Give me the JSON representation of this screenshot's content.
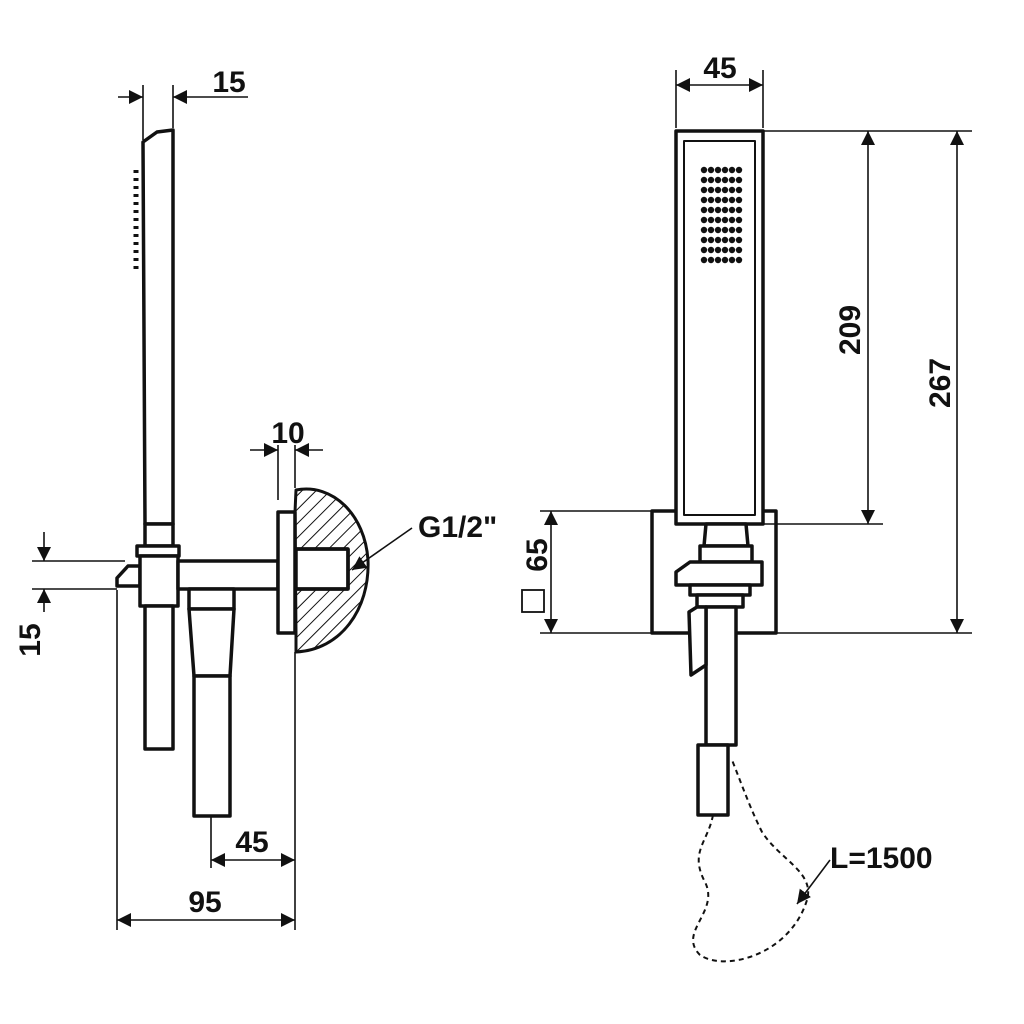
{
  "side_view": {
    "dim_top": "15",
    "dim_wall": "10",
    "dim_arm": "15",
    "dim_inlet": "45",
    "dim_overall": "95",
    "connection": "G1/2\""
  },
  "front_view": {
    "dim_width": "45",
    "dim_handle": "209",
    "dim_total": "267",
    "dim_plate": "65",
    "hose": "L=1500"
  },
  "colors": {
    "line": "#111111",
    "background": "#ffffff"
  }
}
